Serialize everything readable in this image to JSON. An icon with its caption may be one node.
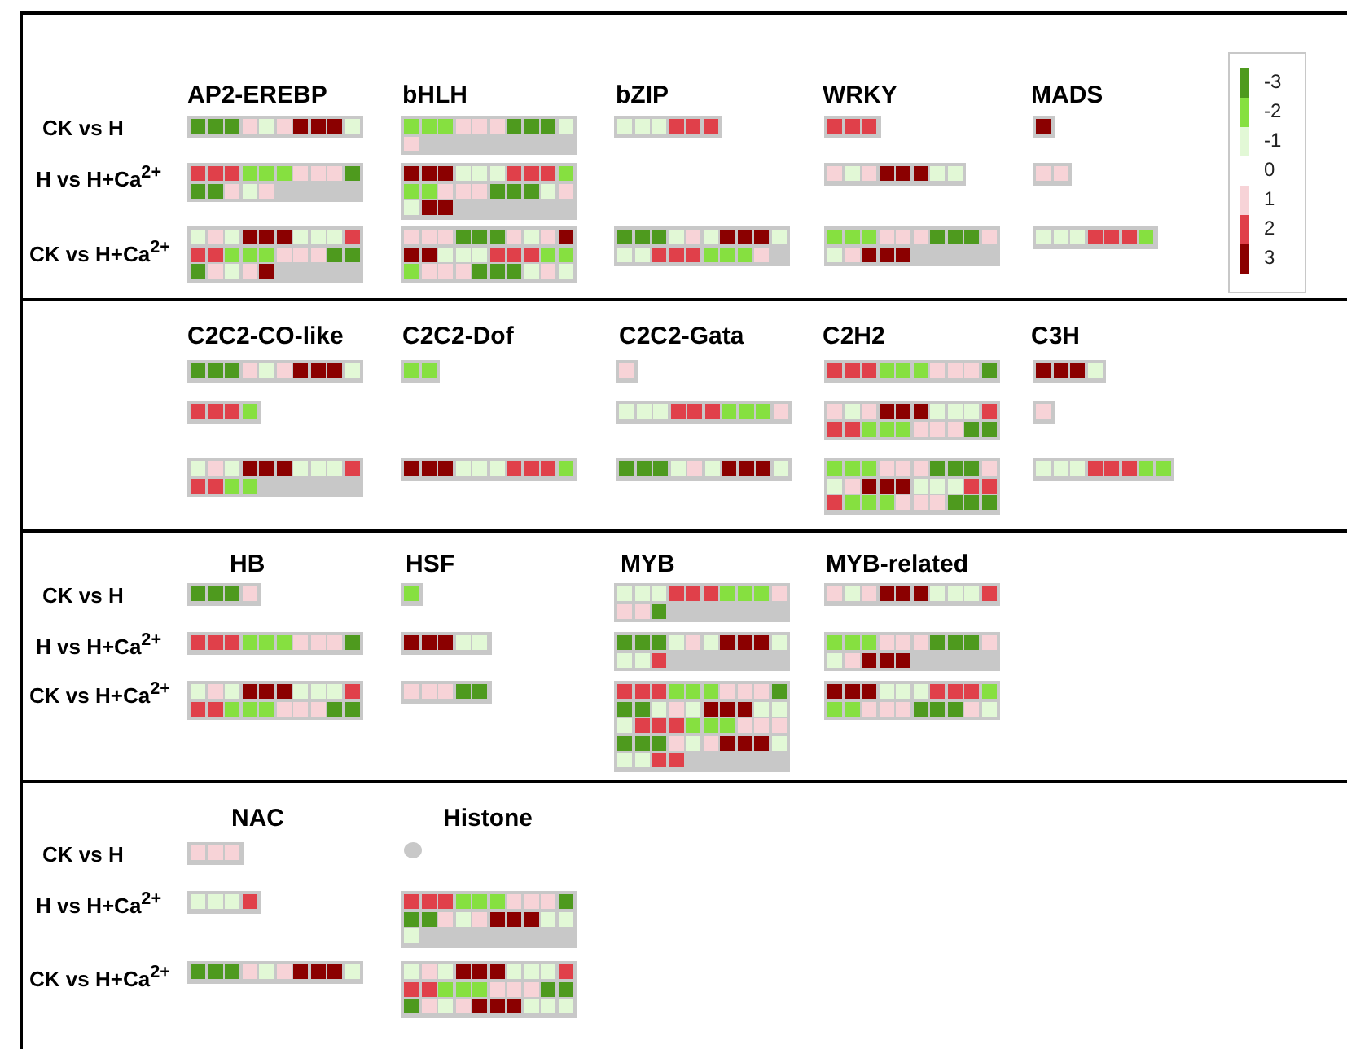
{
  "diagram": {
    "labels": [
      "AP2-EREBP",
      "bHLH",
      "bZIP",
      "WRKY",
      "MADS",
      "CK vs H",
      "H vs H+Ca$^{2+}$",
      "CK vs H+Ca$^{2+}$",
      "C2C2-CO-like",
      "C2C2-Dof",
      "C2C2-Gata",
      "C2H2",
      "C3H",
      "HB",
      "HSF",
      "MYB",
      "MYB-related",
      "CK vs H",
      "H vs H+Ca$^{2+}$",
      "CK vs H+Ca$^{2+}$",
      "NAC",
      "Histone",
      "CK vs H",
      "H vs H+Ca$^{2+}$",
      "CK vs H+Ca$^{2+}$"
    ],
    "legend": [
      {
        "text": "-3",
        "color": "#4e9a1e"
      },
      {
        "text": "-2",
        "color": "#86e040"
      },
      {
        "text": "-1",
        "color": "#e2f8d6"
      },
      {
        "text": "0",
        "color": "#ffffff"
      },
      {
        "text": "1",
        "color": "#f7d3d7"
      },
      {
        "text": "2",
        "color": "#e0404a"
      },
      {
        "text": "3",
        "color": "#8b0000"
      }
    ]
  }
}
